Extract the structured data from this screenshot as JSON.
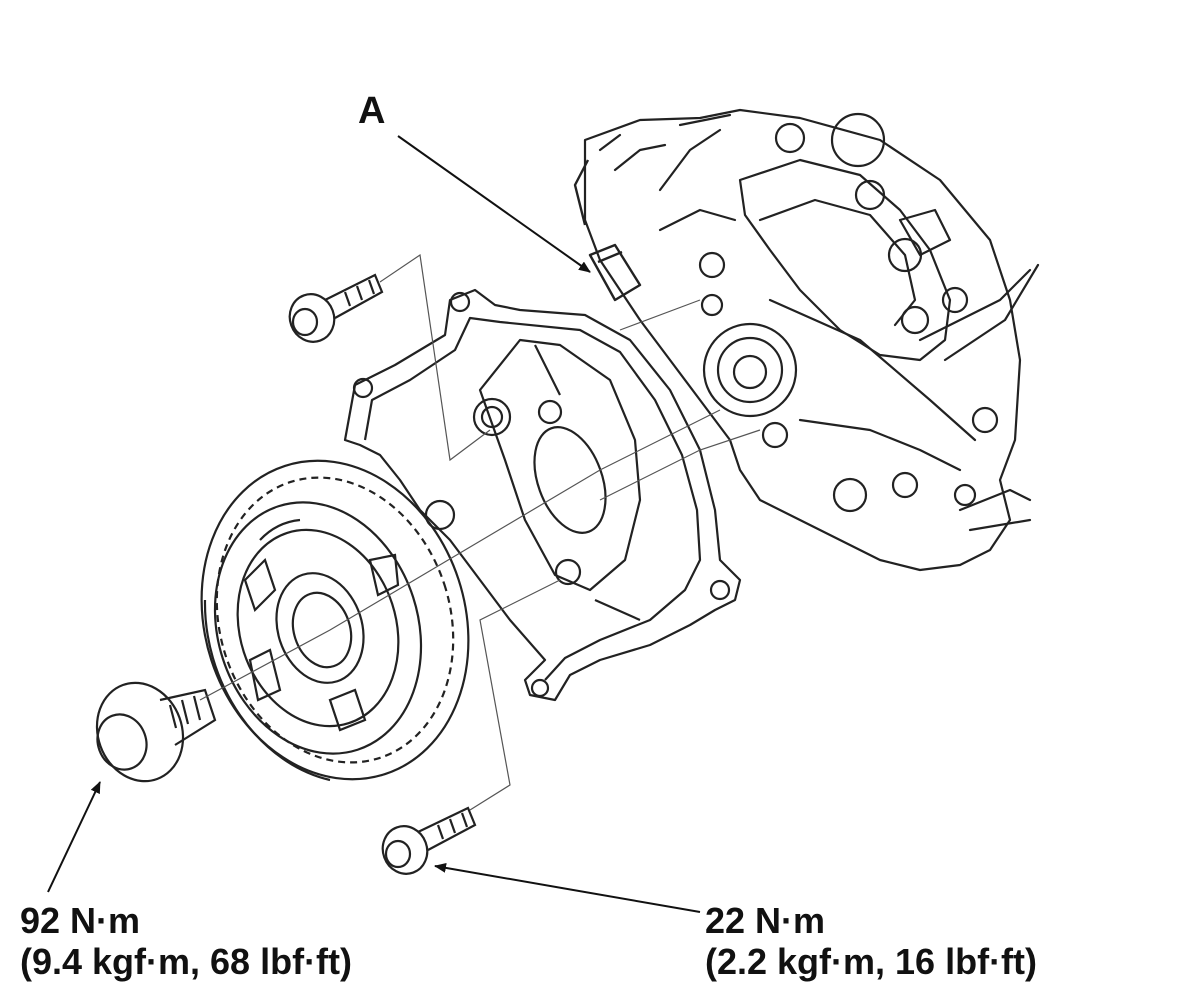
{
  "callouts": {
    "part_a": "A"
  },
  "torque_specs": {
    "camshaft_pulley_bolt": {
      "line1": "92 N·m",
      "line2": "(9.4 kgf·m, 68 lbf·ft)"
    },
    "back_cover_bolt": {
      "line1": "22 N·m",
      "line2": "(2.2 kgf·m, 16 lbf·ft)"
    }
  },
  "colors": {
    "line_art": "#222222",
    "background": "#ffffff"
  }
}
